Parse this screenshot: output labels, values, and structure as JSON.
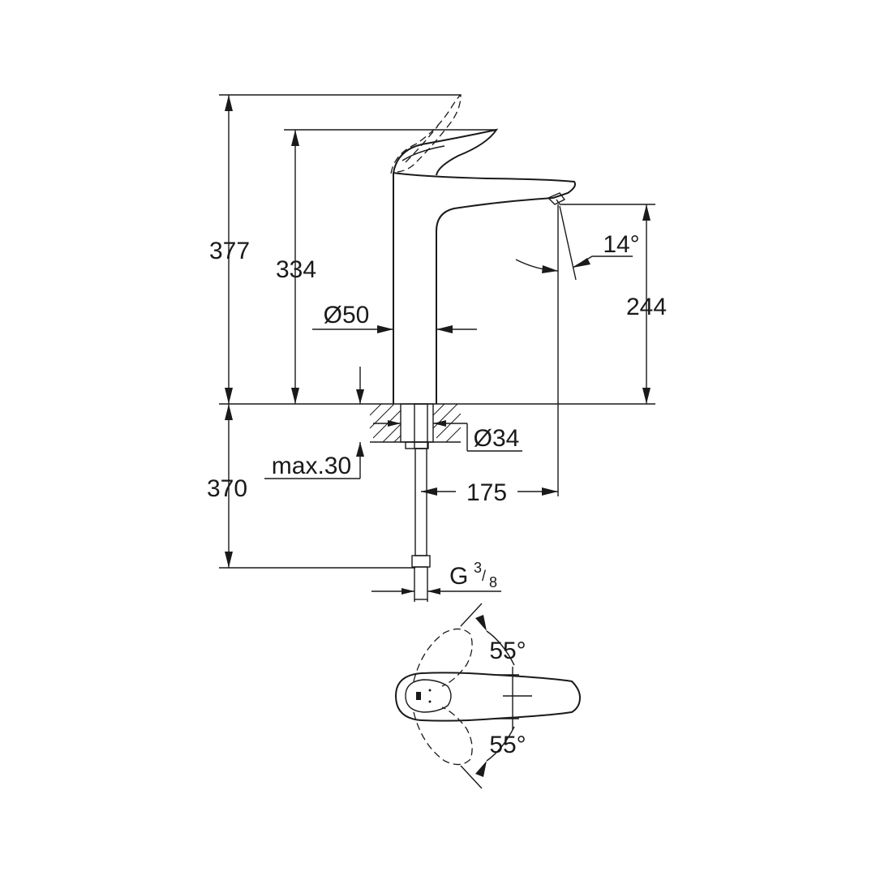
{
  "dimensions": {
    "total_height": "377",
    "lever_height": "334",
    "spout_height": "244",
    "below_deck": "370",
    "body_diameter": "Ø50",
    "shank_diameter": "Ø34",
    "max_deck_thickness": "max.30",
    "spout_reach": "175",
    "spout_angle": "14°",
    "thread_prefix": "G",
    "thread_numerator": "3",
    "thread_separator": "/",
    "thread_denominator": "8",
    "lever_rotation_left": "55°",
    "lever_rotation_right": "55°"
  }
}
